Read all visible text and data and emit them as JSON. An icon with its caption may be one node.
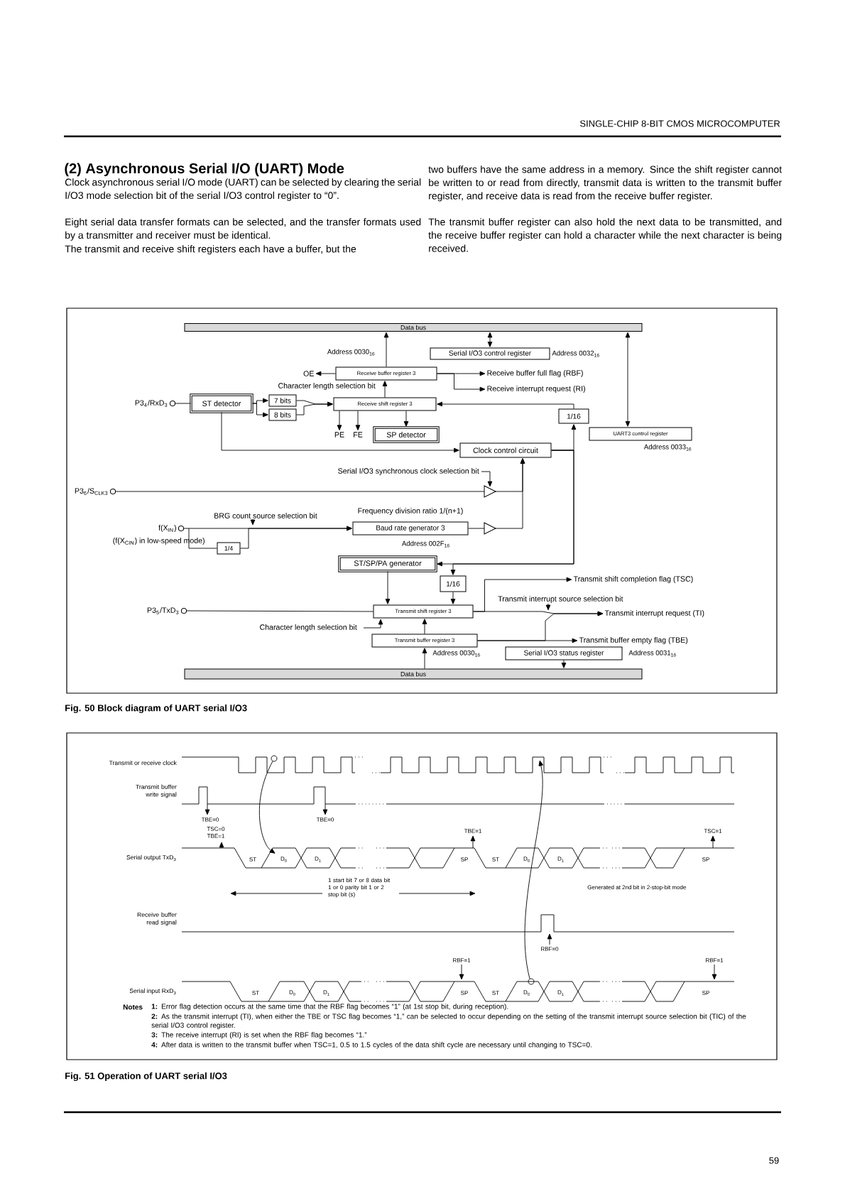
{
  "diagram": {
    "title": "(2) Asynchronous Serial I/O (UART) Mode",
    "nodes": [
      {
        "text": [
          "Data bus"
        ]
      },
      {
        "text": [
          "Serial I/O3 control register"
        ],
        "beside": [
          "Address 0032$_{16}$"
        ]
      },
      {
        "text": [
          "Receive buffer register 3"
        ],
        "beside": [
          "Address 0030$_{16}$"
        ]
      },
      {
        "text": [
          "OE"
        ]
      },
      {
        "text": [
          "Receive buffer full flag (RBF)"
        ]
      },
      {
        "text": [
          "Receive interrupt request (RI)"
        ]
      },
      {
        "text": [
          "P3$_{4}$/RxD$_{3}$"
        ]
      },
      {
        "text": [
          "ST detector"
        ]
      },
      {
        "text": [
          "7 bits"
        ]
      },
      {
        "text": [
          "8 bits"
        ]
      },
      {
        "text": [
          "Receive shift register 3"
        ]
      },
      {
        "text": [
          "1/16"
        ]
      },
      {
        "text": [
          "UART3 control register"
        ],
        "beside": [
          "Address 0033$_{16}$"
        ]
      },
      {
        "text": [
          "PE"
        ]
      },
      {
        "text": [
          "FE"
        ]
      },
      {
        "text": [
          "SP detector"
        ]
      },
      {
        "text": [
          "Clock control circuit"
        ]
      },
      {
        "text": [
          "P3$_{6}$/S$_{CLK3}$"
        ]
      },
      {
        "text": [
          "f(X$_{IN}$)",
          "(f(X$_{CIN}$) in low-speed mode)"
        ]
      },
      {
        "text": [
          "1/4"
        ]
      },
      {
        "text": [
          "Baud rate generator 3"
        ],
        "beside": [
          "Address 002F$_{16}$"
        ]
      },
      {
        "text": [
          "ST/SP/PA generator"
        ]
      },
      {
        "text": [
          "1/16"
        ]
      },
      {
        "text": [
          "Transmit shift completion flag (TSC)"
        ]
      },
      {
        "text": [
          "P3$_{5}$/TxD$_{3}$"
        ]
      },
      {
        "text": [
          "Transmit shift register 3"
        ]
      },
      {
        "text": [
          "Transmit interrupt request (TI)"
        ]
      },
      {
        "text": [
          "Transmit buffer register 3"
        ],
        "beside": [
          "Address 0030$_{16}$"
        ]
      },
      {
        "text": [
          "Transmit buffer empty flag (TBE)"
        ]
      },
      {
        "text": [
          "Serial I/O3 status register"
        ],
        "beside": [
          "Address 0031$_{16}$"
        ]
      },
      {
        "text": [
          "Data bus"
        ]
      }
    ],
    "edges": [
      {
        "from": 2,
        "to": 0,
        "arrow": "to"
      },
      {
        "from": 1,
        "to": 0,
        "arrow": "both"
      },
      {
        "from": 12,
        "to": 0,
        "arrow": "both"
      },
      {
        "from": 2,
        "to": 3,
        "arrow": "to"
      },
      {
        "from": 2,
        "to": 4,
        "arrow": "to"
      },
      {
        "from": 2,
        "to": 5,
        "arrow": "to"
      },
      {
        "from": 6,
        "to": 7,
        "arrow": "none"
      },
      {
        "from": 7,
        "to": 8,
        "arrow": "to"
      },
      {
        "from": 7,
        "to": 9,
        "arrow": "to"
      },
      {
        "from": 8,
        "to": 10,
        "arrow": "to"
      },
      {
        "from": 9,
        "to": 10,
        "arrow": "to"
      },
      {
        "from": 10,
        "to": 2,
        "arrow": "to"
      },
      {
        "from": 10,
        "to": 13,
        "arrow": "to"
      },
      {
        "from": 10,
        "to": 14,
        "arrow": "to"
      },
      {
        "from": 10,
        "to": 15,
        "arrow": "to"
      },
      {
        "from": 11,
        "to": 10,
        "arrow": "to"
      },
      {
        "from": 7,
        "to": 16,
        "arrow": "to"
      },
      {
        "from": 16,
        "to": 11,
        "arrow": "to"
      },
      {
        "from": 17,
        "to": 16,
        "arrow": "to"
      },
      {
        "from": 18,
        "to": 20,
        "arrow": "to"
      },
      {
        "from": 18,
        "to": 19,
        "arrow": "none"
      },
      {
        "from": 19,
        "to": 20,
        "arrow": "to"
      },
      {
        "from": 20,
        "to": 16,
        "arrow": "to"
      },
      {
        "from": 16,
        "to": 21,
        "arrow": "to"
      },
      {
        "from": 16,
        "to": 22,
        "arrow": "to"
      },
      {
        "from": 21,
        "to": 25,
        "arrow": "to"
      },
      {
        "from": 22,
        "to": 25,
        "arrow": "to"
      },
      {
        "from": 25,
        "to": 24,
        "arrow": "none"
      },
      {
        "from": 25,
        "to": 23,
        "arrow": "to"
      },
      {
        "from": 25,
        "to": 26,
        "arrow": "to"
      },
      {
        "from": 27,
        "to": 25,
        "arrow": "to"
      },
      {
        "from": 30,
        "to": 27,
        "arrow": "to"
      },
      {
        "from": 27,
        "to": 28,
        "arrow": "to"
      },
      {
        "from": 27,
        "to": 26,
        "arrow": "to"
      },
      {
        "from": 29,
        "to": 30,
        "arrow": "to"
      }
    ],
    "labels": [
      "SINGLE-CHIP 8-BIT CMOS MICROCOMPUTER",
      "Clock asynchronous serial I/O mode (UART) can be selected by clearing the serial I/O3 mode selection bit of the serial I/O3 control register to “0”.",
      "Eight serial data transfer formats can be selected, and the transfer formats used by a transmitter and receiver must be identical.",
      "The transmit and receive shift registers each have a buffer, but the",
      "two buffers have the same address in a memory. Since the shift register cannot be written to or read from directly, transmit data is written to the transmit buffer register, and receive data is read from the receive buffer register.",
      "The transmit buffer register can also hold the next data to be transmitted, and the receive buffer register can hold a character while the next character is being received.",
      "Character length selection bit",
      "Serial I/O3 synchronous clock selection bit",
      "BRG count source selection bit",
      "Frequency division ratio 1/(n+1)",
      "Transmit interrupt source selection bit",
      "Character length selection bit",
      "Fig. 50 Block diagram of UART serial I/O3",
      "Transmit or receive clock",
      "Transmit buffer write signal",
      "TBE=0",
      "TBE=0",
      "TSC=0 TBE=1",
      "TBE=1",
      "TSC=1",
      "Serial output TxD$_{3}$",
      "ST",
      "D$_{0}$",
      "D$_{1}$",
      "SP",
      "ST",
      "D$_{0}$",
      "D$_{1}$",
      "SP",
      "1 start bit 7 or 8 data bit 1 or 0 parity bit 1 or 2 stop bit (s)",
      "Generated at 2nd bit in 2-stop-bit mode",
      "Receive buffer read signal",
      "RBF=0",
      "RBF=1",
      "RBF=1",
      "Serial input RxD$_{3}$",
      "ST",
      "D$_{0}$",
      "D$_{1}$",
      "SP",
      "ST",
      "D$_{0}$",
      "D$_{1}$",
      "SP",
      "Notes",
      "**1:** Error flag detection occurs at the same time that the RBF flag becomes “1” (at 1st stop bit, during reception).",
      "**2:** As the transmit interrupt (TI), when either the TBE or TSC flag becomes “1,” can be selected to occur depending on the setting of the transmit interrupt source selection bit (TIC) of the serial I/O3 control register.",
      "**3:** The receive interrupt (RI) is set when the RBF flag becomes “1.”",
      "**4:** After data is written to the transmit buffer when TSC=1, 0.5 to 1.5 cycles of the data shift cycle are necessary until changing to TSC=0.",
      "Fig. 51 Operation of UART serial I/O3",
      "59"
    ]
  }
}
